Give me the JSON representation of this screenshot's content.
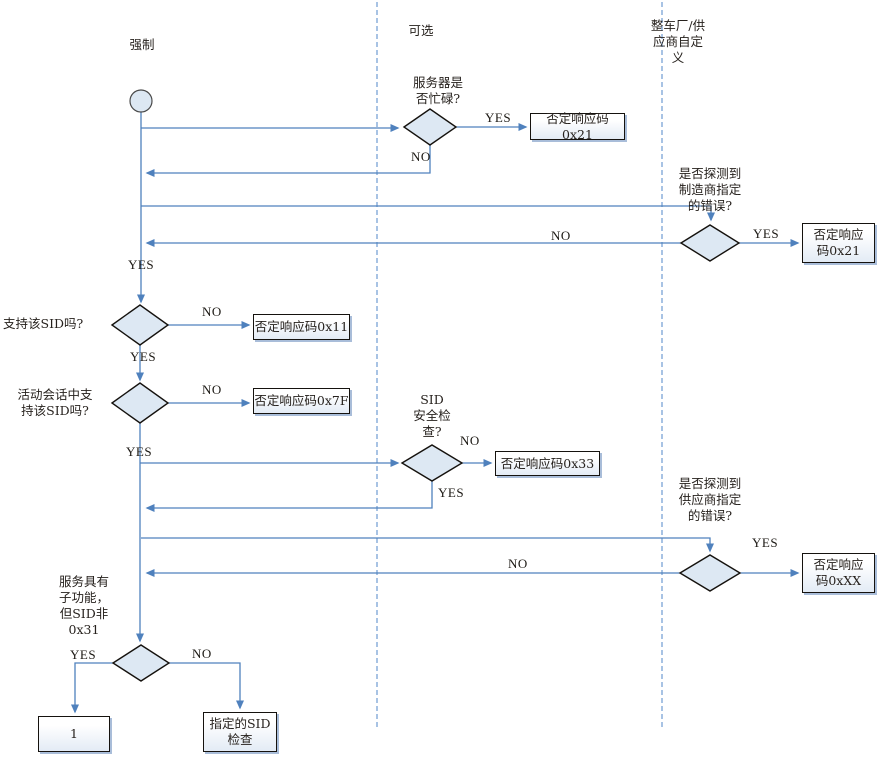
{
  "lanes": {
    "mandatory": "强制",
    "optional": "可选",
    "custom": "整车厂/供\n应商自定\n义"
  },
  "decisions": {
    "server_busy": "服务器是\n否忙碌?",
    "manufacturer_error": "是否探测到\n制造商指定\n的错误?",
    "sid_supported": "支持该SID吗?",
    "sid_in_session": "活动会话中支\n持该SID吗?",
    "sid_security": "SID\n安全检\n查?",
    "supplier_error": "是否探测到\n供应商指定\n的错误?",
    "subfunction": "服务具有\n子功能，\n但SID非\n0x31"
  },
  "boxes": {
    "nrc_0x21_optional": "否定响应码0x21",
    "nrc_0x21_custom": "否定响应\n码0x21",
    "nrc_0x11": "否定响应码0x11",
    "nrc_0x7f": "否定响应码0x7F",
    "nrc_0x33": "否定响应码0x33",
    "nrc_0xxx": "否定响应\n码0xXX",
    "continue_1": "1",
    "sid_check": "指定的SID\n检查"
  },
  "edge_labels": {
    "yes": "YES",
    "no": "NO"
  },
  "colors": {
    "connector": "#4f81bd",
    "lane_divider": "#6f9bd2",
    "shape_fill": "#dde8f3",
    "shape_border": "#15120e"
  }
}
